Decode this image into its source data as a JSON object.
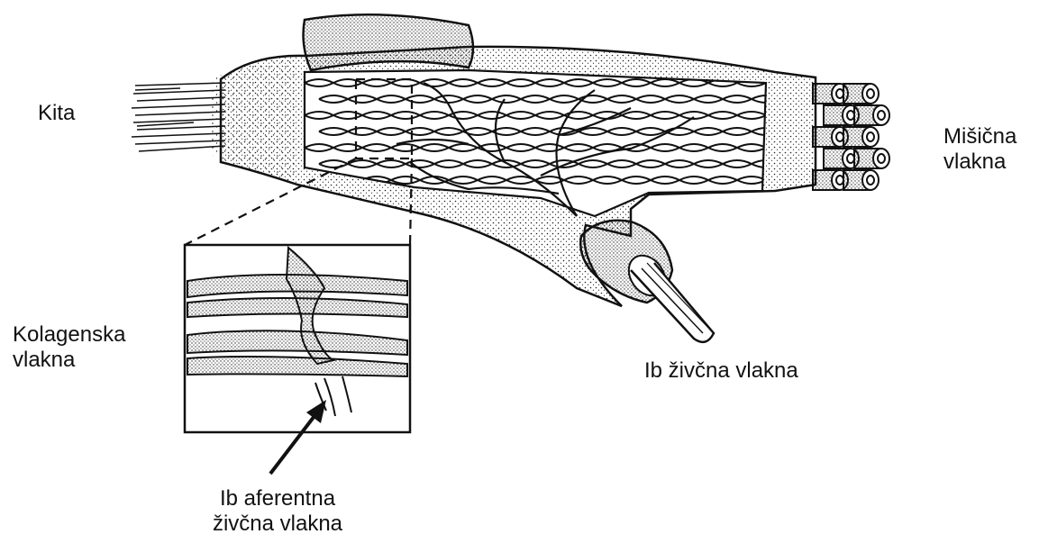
{
  "labels": {
    "tendon": "Kita",
    "muscle_fibers": [
      "Mišična",
      "vlakna"
    ],
    "collagen_fibers": [
      "Kolagenska",
      "vlakna"
    ],
    "ib_nerve_fiber": "Ib živčna vlakna",
    "ib_afferent": [
      "Ib aferentna",
      "živčna vlakna"
    ]
  },
  "colors": {
    "ink": "#111111",
    "background": "#ffffff",
    "stipple": "#222222"
  }
}
